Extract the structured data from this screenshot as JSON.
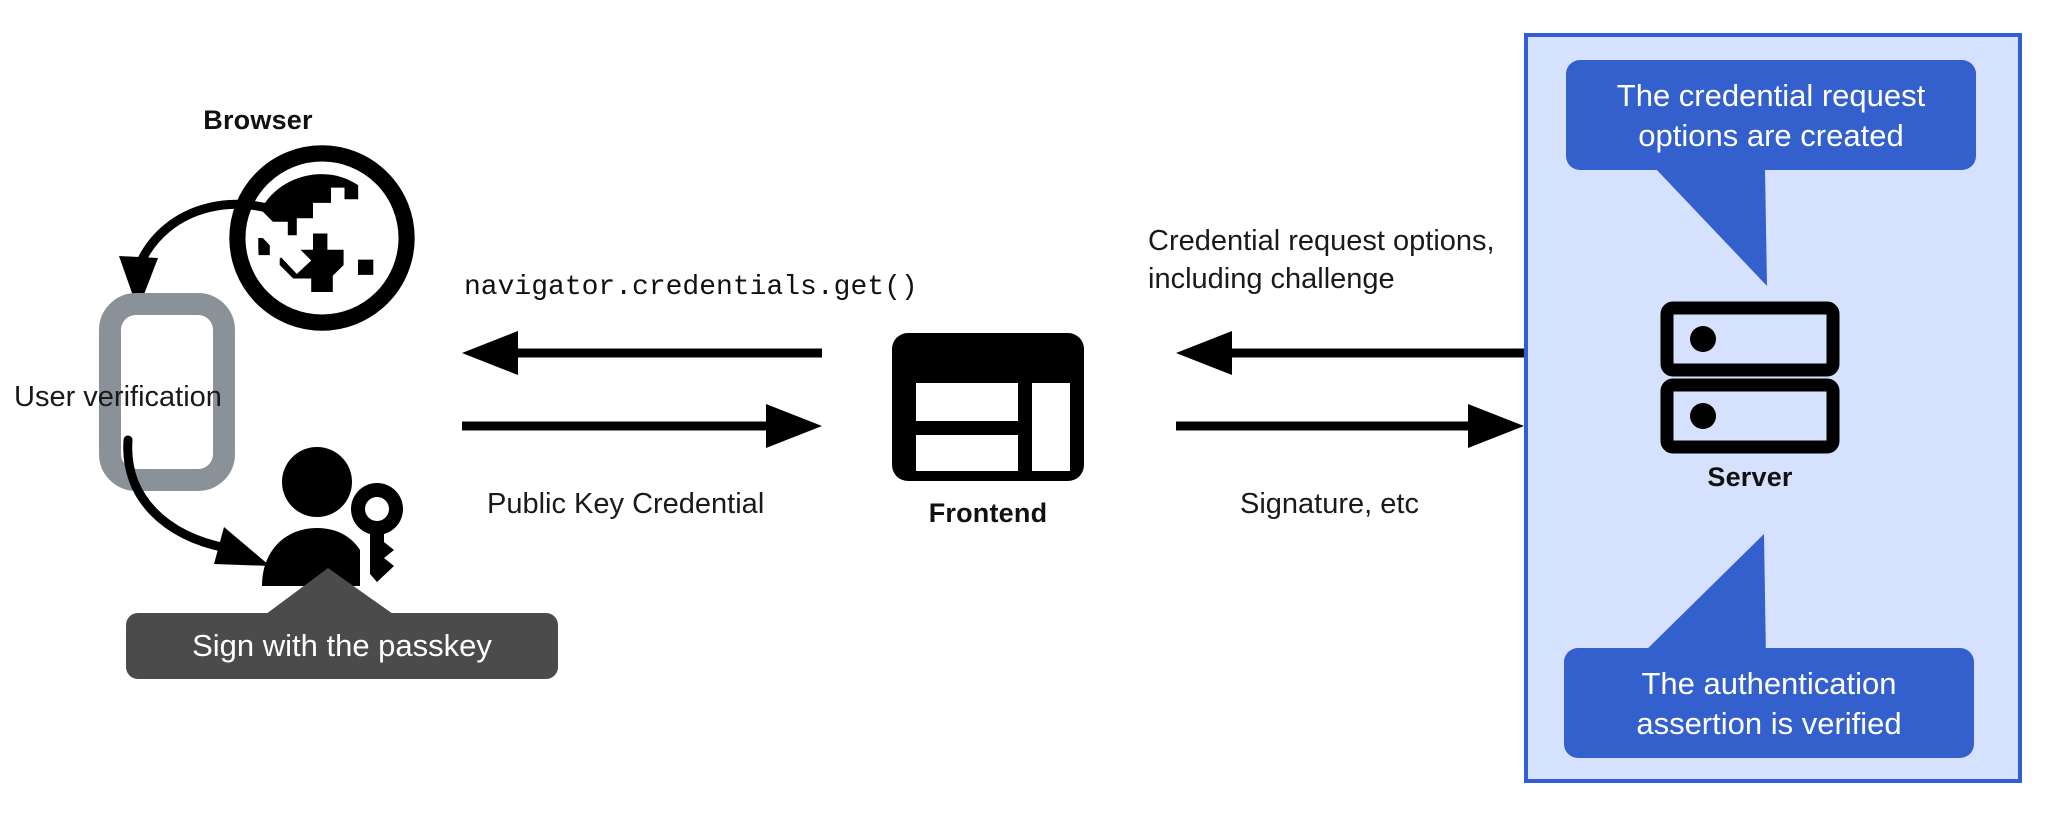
{
  "diagram": {
    "title": "WebAuthn passkey authentication flow",
    "background_color": "#ffffff"
  },
  "colors": {
    "panel_fill": "#d6e2fd",
    "panel_border": "#2f5fd0",
    "bubble_blue": "#3360cc",
    "tooltip_dark": "#4b4b4b",
    "icon_black": "#000000",
    "phone_gray": "#8a9199",
    "text_dark": "#111111",
    "text_white": "#ffffff"
  },
  "nodes": {
    "browser": {
      "label": "Browser",
      "icon": "globe-icon"
    },
    "phone": {
      "icon": "mobile-phone-icon"
    },
    "user": {
      "icon": "person-with-key-icon"
    },
    "frontend": {
      "label": "Frontend",
      "icon": "web-page-layout-icon"
    },
    "server": {
      "label": "Server",
      "icon": "server-rack-icon"
    }
  },
  "annotations": {
    "user_verification": "User verification",
    "sign_with_passkey": "Sign with the passkey"
  },
  "flows": {
    "browser_frontend": {
      "top_label": "navigator.credentials.get()",
      "top_label_font": "monospace",
      "top_direction": "left",
      "bottom_label": "Public Key Credential",
      "bottom_direction": "right"
    },
    "frontend_server": {
      "top_label_line1": "Credential request options,",
      "top_label_line2": "including challenge",
      "top_direction": "left",
      "bottom_label": "Signature, etc",
      "bottom_direction": "right"
    }
  },
  "server_callouts": {
    "top": {
      "line1": "The credential request",
      "line2": "options are created",
      "tail": "down"
    },
    "bottom": {
      "line1": "The authentication",
      "line2": "assertion is verified",
      "tail": "up"
    }
  }
}
